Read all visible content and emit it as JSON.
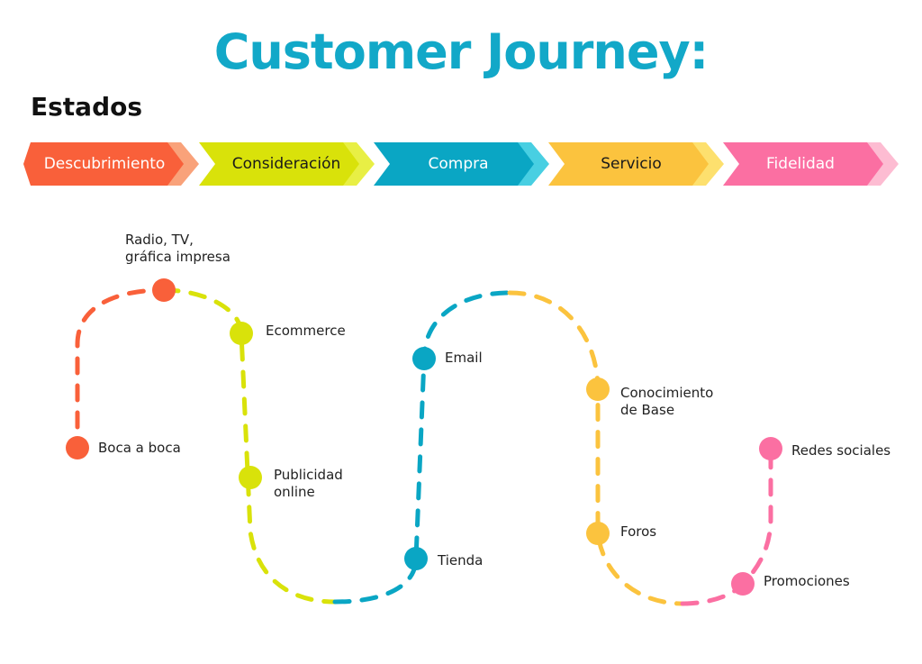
{
  "title": "Customer Journey:",
  "subtitle": "Estados",
  "stages": [
    {
      "label": "Descubrimiento",
      "color": "#f9603a",
      "tail_color": "#f9a27a",
      "text_color": "#ffffff"
    },
    {
      "label": "Consideración",
      "color": "#d9e20a",
      "tail_color": "#e8ef45",
      "text_color": "#1a1a1a"
    },
    {
      "label": "Compra",
      "color": "#0aa6c4",
      "tail_color": "#48cfe2",
      "text_color": "#ffffff"
    },
    {
      "label": "Servicio",
      "color": "#fbc33e",
      "tail_color": "#fde06e",
      "text_color": "#1a1a1a"
    },
    {
      "label": "Fidelidad",
      "color": "#fb6fa2",
      "tail_color": "#fdbcd2",
      "text_color": "#ffffff"
    }
  ],
  "touchpoints": [
    {
      "label": "Boca a boca",
      "color": "#f9603a"
    },
    {
      "label": "Radio, TV,\ngráfica impresa",
      "color": "#f9603a"
    },
    {
      "label": "Ecommerce",
      "color": "#d9e20a"
    },
    {
      "label": "Publicidad\nonline",
      "color": "#d9e20a"
    },
    {
      "label": "Tienda",
      "color": "#0aa6c4"
    },
    {
      "label": "Email",
      "color": "#0aa6c4"
    },
    {
      "label": "Conocimiento\nde Base",
      "color": "#fbc33e"
    },
    {
      "label": "Foros",
      "color": "#fbc33e"
    },
    {
      "label": "Promociones",
      "color": "#fb6fa2"
    },
    {
      "label": "Redes sociales",
      "color": "#fb6fa2"
    }
  ]
}
